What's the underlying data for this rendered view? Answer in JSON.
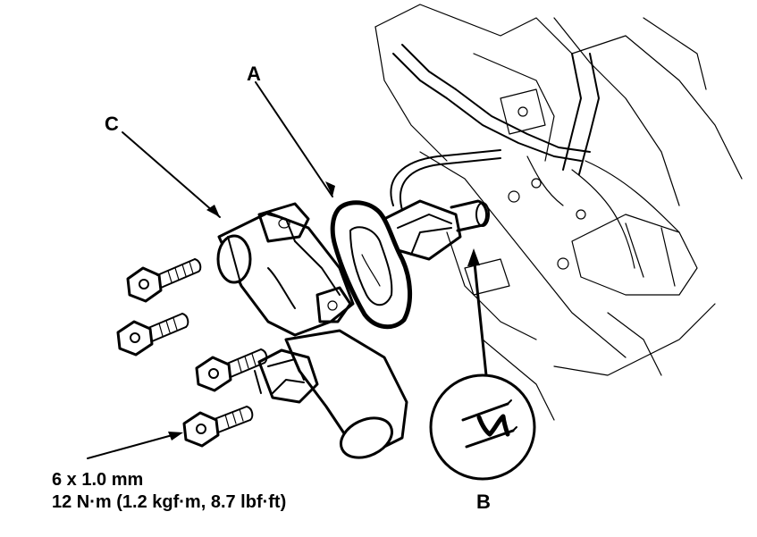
{
  "callouts": {
    "a": "A",
    "b": "B",
    "c": "C"
  },
  "bolt_spec": {
    "size": "6 x 1.0 mm",
    "torque": "12 N·m (1.2 kgf·m, 8.7 lbf·ft)"
  }
}
